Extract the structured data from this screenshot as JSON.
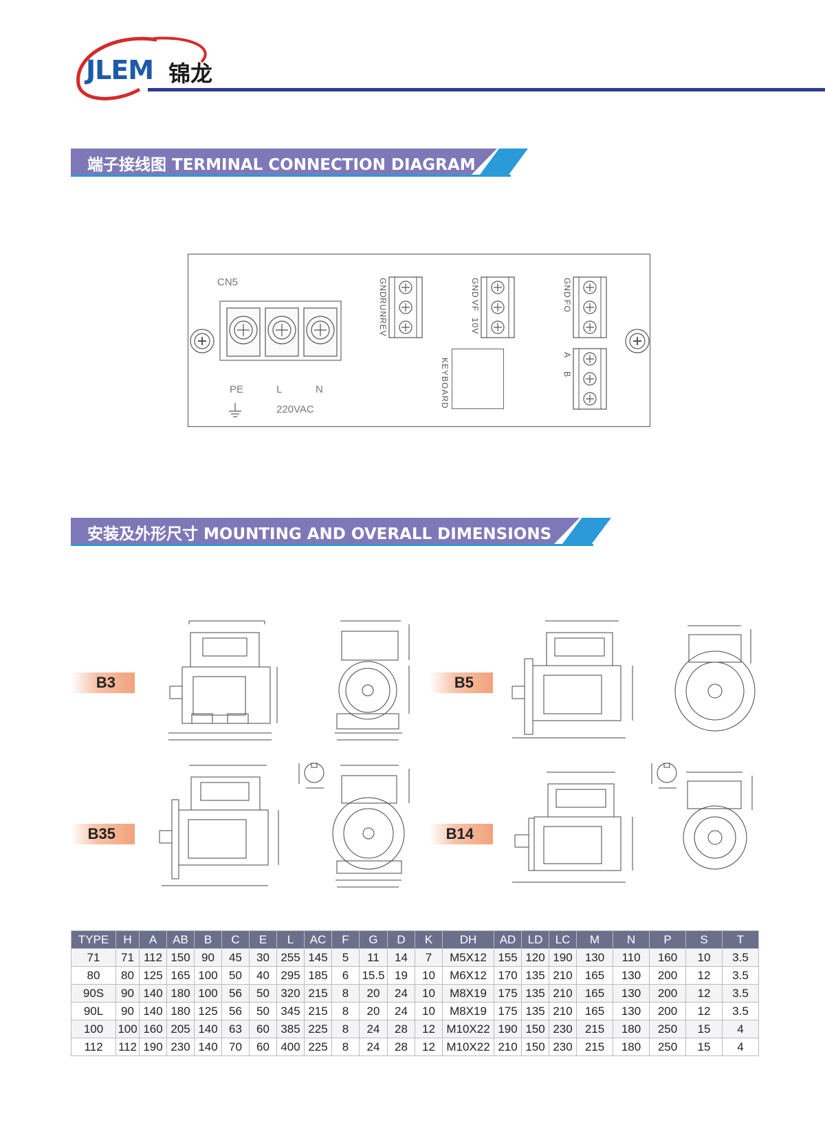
{
  "header": {
    "logo_text": "JLEM",
    "logo_cn": "锦龙",
    "colors": {
      "logo_blue": "#1e5aa8",
      "logo_red": "#d32b2b",
      "rule": "#2f3a8c"
    }
  },
  "sections": {
    "terminal": {
      "title": "端子接线图 TERMINAL CONNECTION DIAGRAM"
    },
    "mounting": {
      "title": "安装及外形尺寸 MOUNTING AND OVERALL DIMENSIONS"
    },
    "colors": {
      "banner_purple": "#7f78b8",
      "banner_blue": "#2a9ad8"
    }
  },
  "terminal": {
    "cn5": "CN5",
    "power_labels": {
      "pe": "PE",
      "l": "L",
      "n": "N",
      "voltage": "220VAC"
    },
    "block1": [
      "GND",
      "RUN",
      "REV"
    ],
    "block2": [
      "GND",
      "VF",
      "10V"
    ],
    "block3": [
      "GND",
      "FO"
    ],
    "block4": [
      "A",
      "B"
    ],
    "keyboard": "KEYBOARD"
  },
  "mounting_types": {
    "b3": "B3",
    "b5": "B5",
    "b35": "B35",
    "b14": "B14"
  },
  "table": {
    "headers": [
      "TYPE",
      "H",
      "A",
      "AB",
      "B",
      "C",
      "E",
      "L",
      "AC",
      "F",
      "G",
      "D",
      "K",
      "DH",
      "AD",
      "LD",
      "LC",
      "M",
      "N",
      "P",
      "S",
      "T"
    ],
    "rows": [
      [
        "71",
        "71",
        "112",
        "150",
        "90",
        "45",
        "30",
        "255",
        "145",
        "5",
        "11",
        "14",
        "7",
        "M5X12",
        "155",
        "120",
        "190",
        "130",
        "110",
        "160",
        "10",
        "3.5"
      ],
      [
        "80",
        "80",
        "125",
        "165",
        "100",
        "50",
        "40",
        "295",
        "185",
        "6",
        "15.5",
        "19",
        "10",
        "M6X12",
        "170",
        "135",
        "210",
        "165",
        "130",
        "200",
        "12",
        "3.5"
      ],
      [
        "90S",
        "90",
        "140",
        "180",
        "100",
        "56",
        "50",
        "320",
        "215",
        "8",
        "20",
        "24",
        "10",
        "M8X19",
        "175",
        "135",
        "210",
        "165",
        "130",
        "200",
        "12",
        "3.5"
      ],
      [
        "90L",
        "90",
        "140",
        "180",
        "125",
        "56",
        "50",
        "345",
        "215",
        "8",
        "20",
        "24",
        "10",
        "M8X19",
        "175",
        "135",
        "210",
        "165",
        "130",
        "200",
        "12",
        "3.5"
      ],
      [
        "100",
        "100",
        "160",
        "205",
        "140",
        "63",
        "60",
        "385",
        "225",
        "8",
        "24",
        "28",
        "12",
        "M10X22",
        "190",
        "150",
        "230",
        "215",
        "180",
        "250",
        "15",
        "4"
      ],
      [
        "112",
        "112",
        "190",
        "230",
        "140",
        "70",
        "60",
        "400",
        "225",
        "8",
        "24",
        "28",
        "12",
        "M10X22",
        "210",
        "150",
        "230",
        "215",
        "180",
        "250",
        "15",
        "4"
      ]
    ]
  }
}
